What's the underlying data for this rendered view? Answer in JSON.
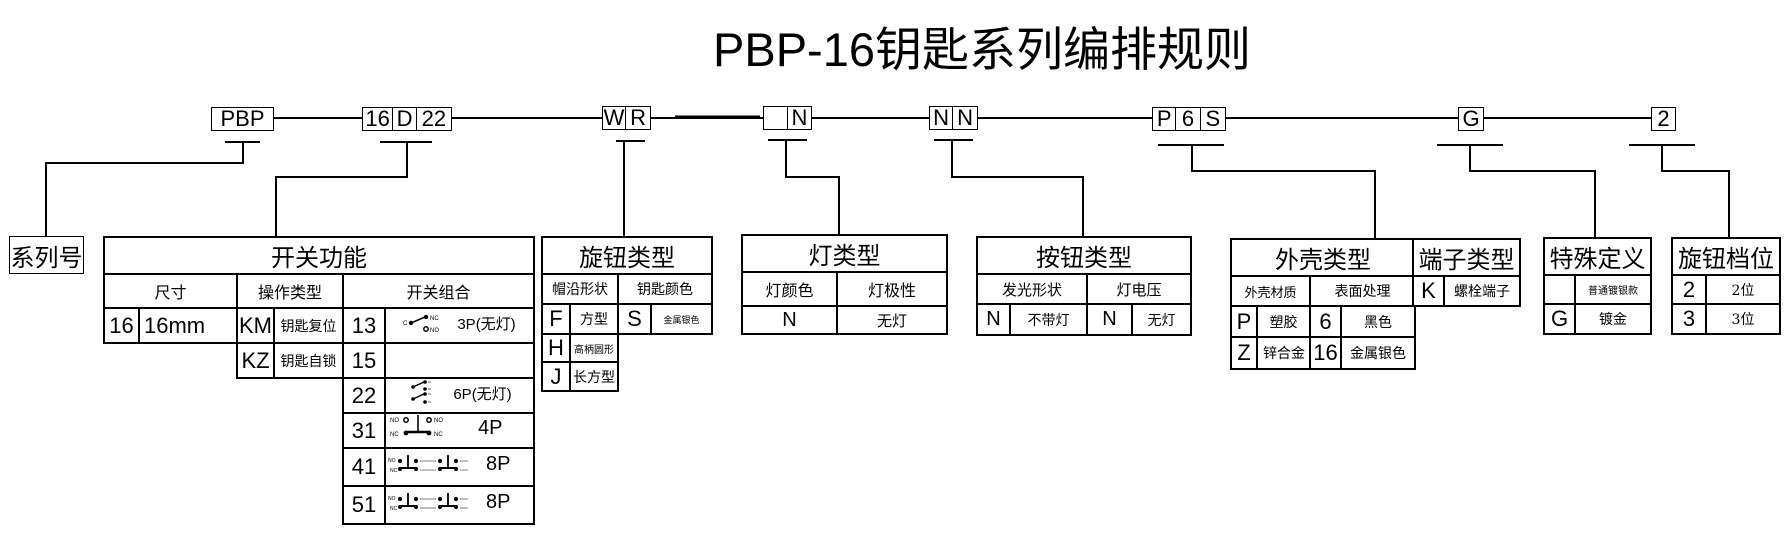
{
  "title": "PBP-16钥匙系列编排规则",
  "code_bar": [
    {
      "id": "series",
      "parts": [
        "PBP"
      ]
    },
    {
      "id": "switch",
      "parts": [
        "16",
        "D",
        "22"
      ]
    },
    {
      "id": "knob",
      "parts": [
        "W",
        "R"
      ]
    },
    {
      "id": "light",
      "parts": [
        "",
        "N"
      ]
    },
    {
      "id": "button",
      "parts": [
        "N",
        "N"
      ]
    },
    {
      "id": "housing",
      "parts": [
        "P",
        "6",
        "S"
      ]
    },
    {
      "id": "special",
      "parts": [
        "G"
      ]
    },
    {
      "id": "position",
      "parts": [
        "2"
      ]
    }
  ],
  "series_table": {
    "title": "系列号"
  },
  "switch_table": {
    "title": "开关功能",
    "headers": [
      "尺寸",
      "操作类型",
      "开关组合"
    ],
    "size": {
      "code": "16",
      "desc": "16mm"
    },
    "operation": [
      {
        "code": "KM",
        "desc": "钥匙复位"
      },
      {
        "code": "KZ",
        "desc": "钥匙自锁"
      }
    ],
    "combos": [
      {
        "code": "13",
        "desc": "3P(无灯)",
        "symbol": "spdt-switch-icon",
        "labels": [
          "C",
          "NC",
          "NO"
        ]
      },
      {
        "code": "15",
        "desc": "",
        "symbol": ""
      },
      {
        "code": "22",
        "desc": "6P(无灯)",
        "symbol": "double-spdt-switch-icon"
      },
      {
        "code": "31",
        "desc": "4P",
        "symbol": "no-nc-contact-icon",
        "labels": [
          "NO",
          "NO",
          "NC",
          "NC"
        ]
      },
      {
        "code": "41",
        "desc": "8P",
        "symbol": "double-no-nc-contact-icon",
        "labels": [
          "NO",
          "NC"
        ]
      },
      {
        "code": "51",
        "desc": "8P",
        "symbol": "double-no-nc-contact-icon",
        "labels": [
          "NO",
          "NC"
        ]
      }
    ]
  },
  "knob_table": {
    "title": "旋钮类型",
    "headers": [
      "帽沿形状",
      "钥匙颜色"
    ],
    "shapes": [
      {
        "code": "F",
        "desc": "方型"
      },
      {
        "code": "H",
        "desc": "高柄圆形"
      },
      {
        "code": "J",
        "desc": "长方型"
      }
    ],
    "colors": [
      {
        "code": "S",
        "desc": "金属银色"
      }
    ]
  },
  "light_table": {
    "title": "灯类型",
    "headers": [
      "灯颜色",
      "灯极性"
    ],
    "rows": [
      {
        "code": "N",
        "desc": "无灯"
      }
    ]
  },
  "button_table": {
    "title": "按钮类型",
    "headers": [
      "发光形状",
      "灯电压"
    ],
    "row": [
      {
        "code": "N",
        "desc": "不带灯"
      },
      {
        "code": "N",
        "desc": "无灯"
      }
    ]
  },
  "housing_table": {
    "title": "外壳类型",
    "headers": [
      "外壳材质",
      "表面处理"
    ],
    "rows": [
      {
        "mat_code": "P",
        "mat_desc": "塑胶",
        "fin_code": "6",
        "fin_desc": "黑色"
      },
      {
        "mat_code": "Z",
        "mat_desc": "锌合金",
        "fin_code": "16",
        "fin_desc": "金属银色"
      }
    ]
  },
  "terminal_table": {
    "title": "端子类型",
    "rows": [
      {
        "code": "K",
        "desc": "螺栓端子"
      }
    ]
  },
  "special_table": {
    "title": "特殊定义",
    "rows": [
      {
        "code": "",
        "desc": "普通镀银款"
      },
      {
        "code": "G",
        "desc": "镀金"
      }
    ]
  },
  "position_table": {
    "title": "旋钮档位",
    "rows": [
      {
        "code": "2",
        "desc": "2位"
      },
      {
        "code": "3",
        "desc": "3位"
      }
    ]
  }
}
